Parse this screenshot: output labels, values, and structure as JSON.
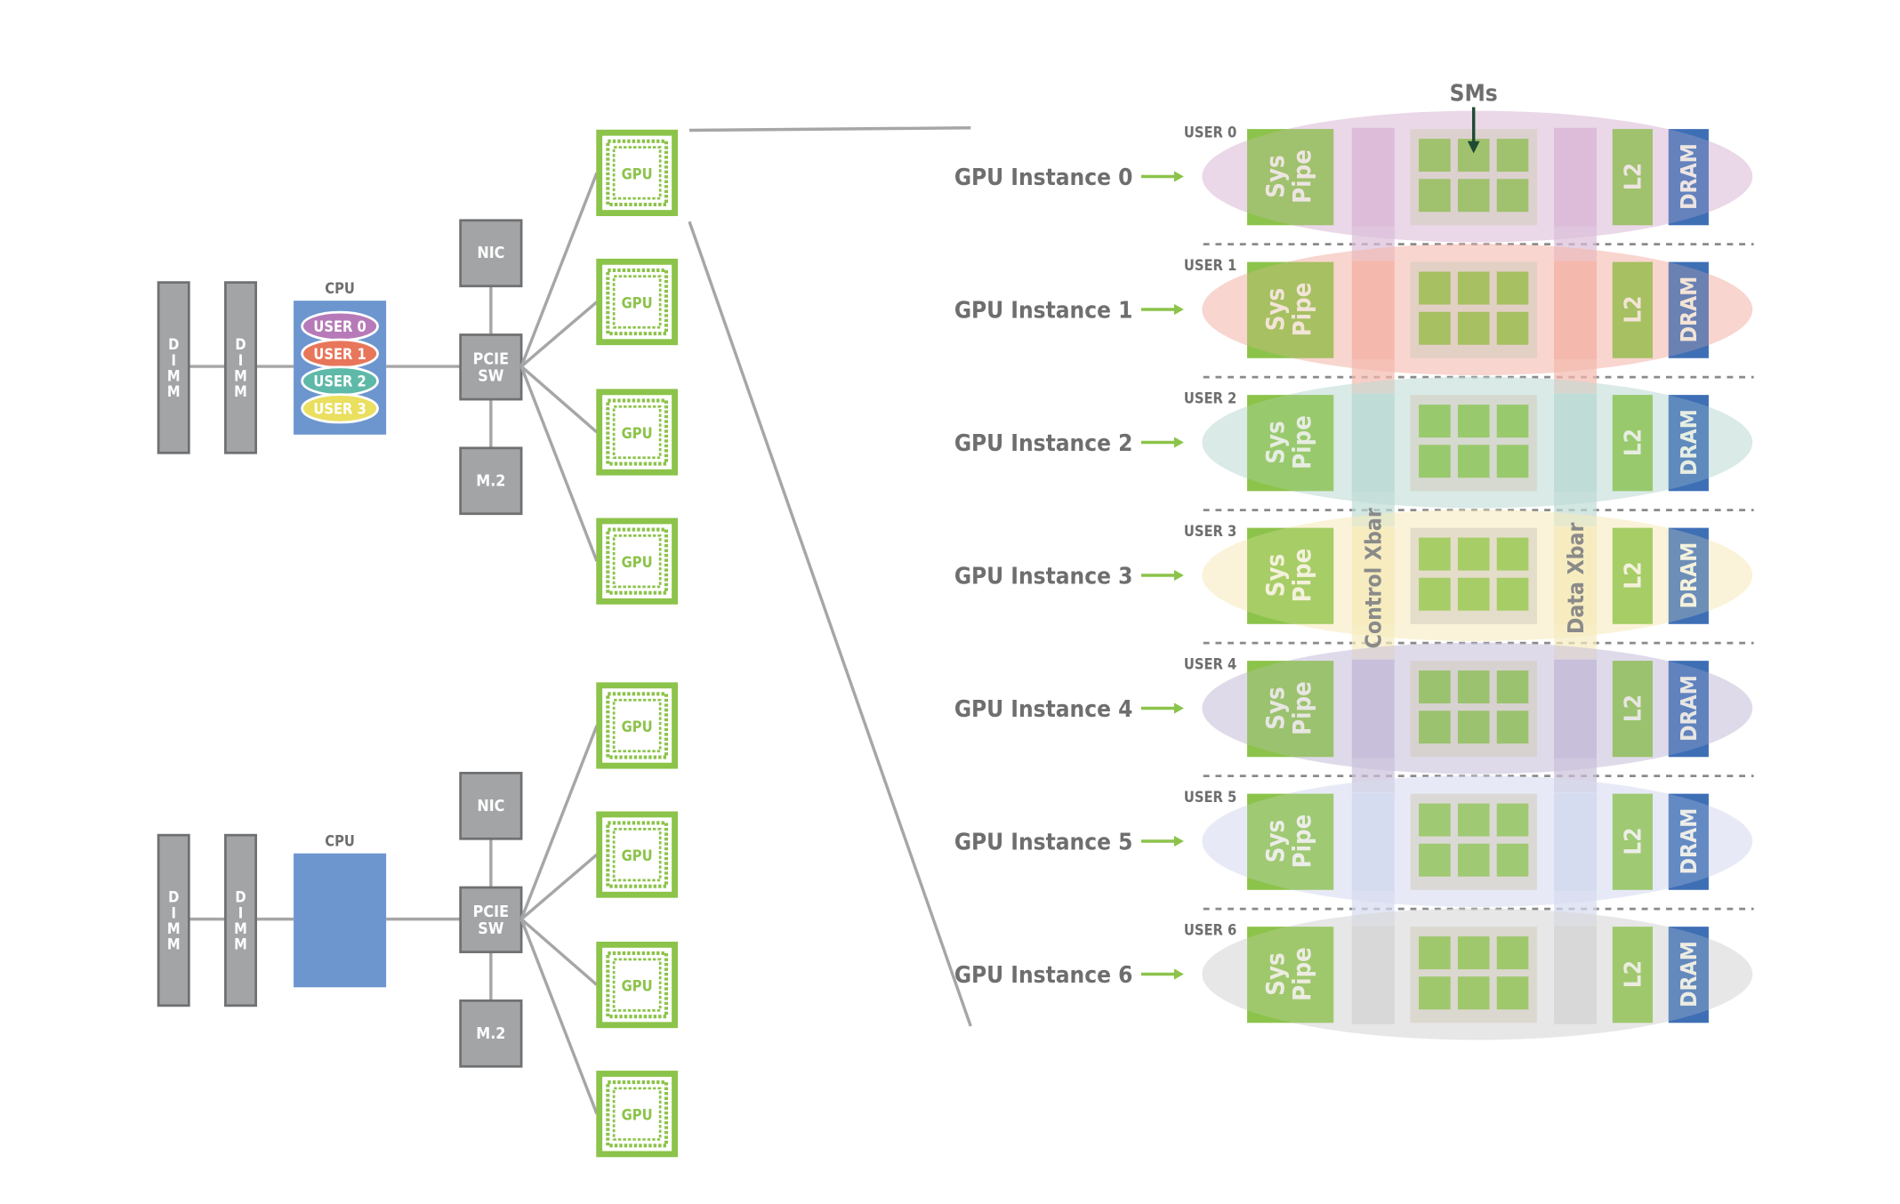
{
  "colors": {
    "gray_block": "#a2a4a6",
    "gray_border": "#6f7072",
    "line": "#a6a6a6",
    "cpu_blue": "#6d96cf",
    "nvidia_green": "#8cc34a",
    "dram_blue": "#3e6fb5",
    "label_gray": "#6e6e6e",
    "sm_arrow": "#1f4b35"
  },
  "nodes": [
    {
      "dimm_label": "DIMM",
      "cpu_label": "CPU",
      "cpu_users": [
        {
          "label": "USER 0",
          "color": "#b77ab8"
        },
        {
          "label": "USER 1",
          "color": "#e8765a"
        },
        {
          "label": "USER 2",
          "color": "#5fb9a8"
        },
        {
          "label": "USER 3",
          "color": "#eadf5e"
        }
      ],
      "nic_label": "NIC",
      "pcie_label": [
        "PCIE",
        "SW"
      ],
      "m2_label": "M.2",
      "gpu_label": "GPU",
      "gpu_count": 4
    },
    {
      "dimm_label": "DIMM",
      "cpu_label": "CPU",
      "cpu_users": [],
      "nic_label": "NIC",
      "pcie_label": [
        "PCIE",
        "SW"
      ],
      "m2_label": "M.2",
      "gpu_label": "GPU",
      "gpu_count": 4
    }
  ],
  "detail": {
    "sms_label": "SMs",
    "control_xbar_label": "Control Xbar",
    "data_xbar_label": "Data Xbar",
    "sys_pipe_label": [
      "Sys",
      "Pipe"
    ],
    "l2_label": "L2",
    "dram_label": "DRAM",
    "instances": [
      {
        "label": "GPU Instance 0",
        "user": "USER 0",
        "tint": "#dcbdd8"
      },
      {
        "label": "GPU Instance 1",
        "user": "USER 1",
        "tint": "#f4b9ac"
      },
      {
        "label": "GPU Instance 2",
        "user": "USER 2",
        "tint": "#bfdcd6"
      },
      {
        "label": "GPU Instance 3",
        "user": "USER 3",
        "tint": "#f6ecbf"
      },
      {
        "label": "GPU Instance 4",
        "user": "USER 4",
        "tint": "#c9c0da"
      },
      {
        "label": "GPU Instance 5",
        "user": "USER 5",
        "tint": "#d6dcef"
      },
      {
        "label": "GPU Instance 6",
        "user": "USER 6",
        "tint": "#d8d8d8"
      }
    ]
  }
}
